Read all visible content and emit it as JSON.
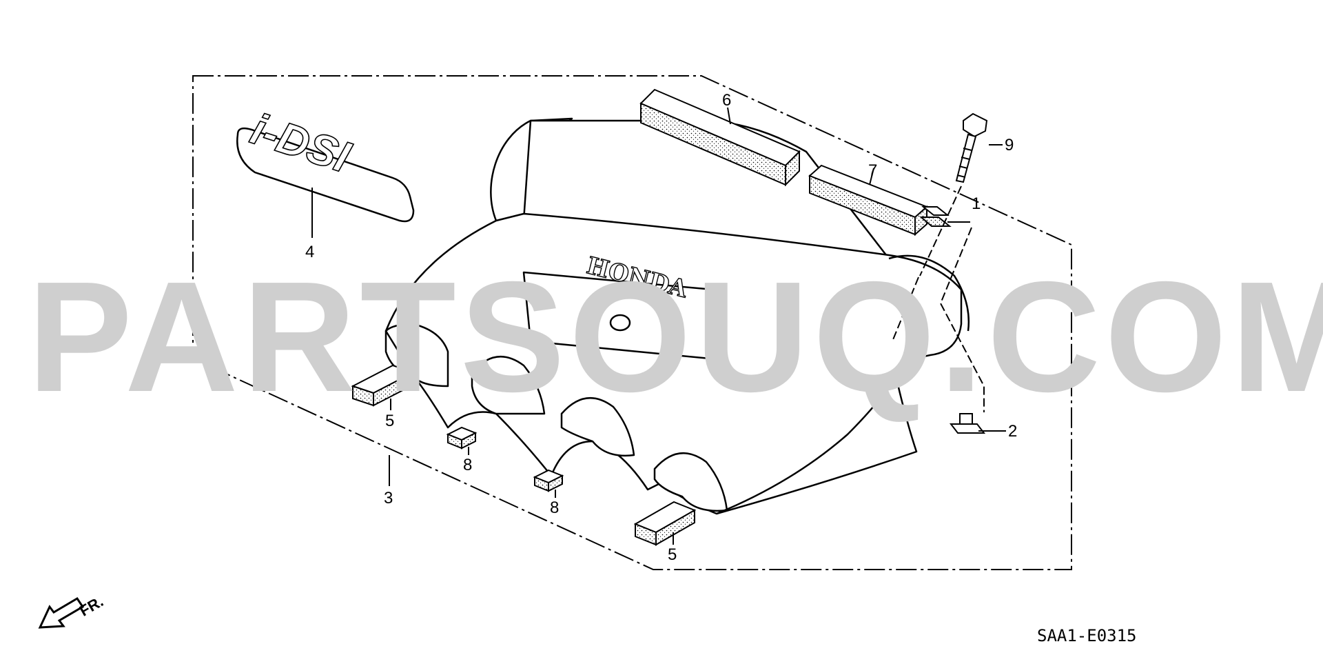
{
  "watermark": "PARTSOUQ.COM",
  "diagram": {
    "code": "SAA1-E0315",
    "front_label": "FR.",
    "emblem_text": "HONDA",
    "badge_text": "i-DSI",
    "callouts": [
      "1",
      "2",
      "3",
      "4",
      "5",
      "5",
      "6",
      "7",
      "8",
      "8",
      "9"
    ]
  },
  "colors": {
    "line": "#000000",
    "watermark": "#cfcfcf",
    "background": "#ffffff"
  }
}
